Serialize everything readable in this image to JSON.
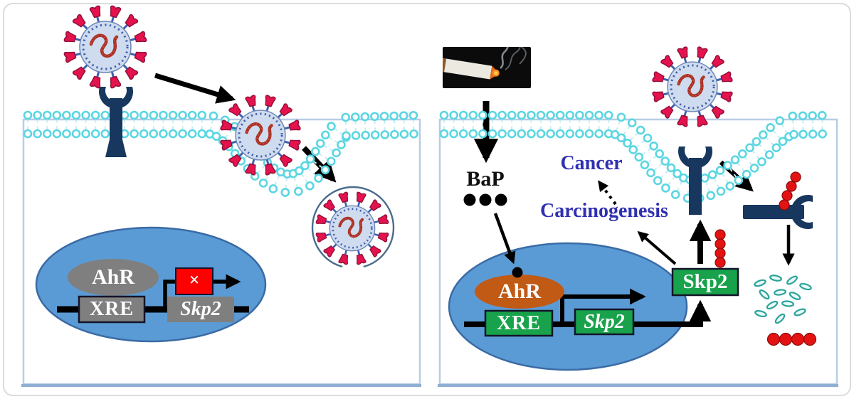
{
  "figure_title": "AhR-Skp2 pathway diagram",
  "left": {
    "ahr": "AhR",
    "xre": "XRE",
    "skp2_gene": "Skp2",
    "blocked_mark": "×"
  },
  "right": {
    "bap": "BaP",
    "cancer": "Cancer",
    "carcinogenesis": "Carcinogenesis",
    "ahr": "AhR",
    "xre": "XRE",
    "skp2_gene": "Skp2",
    "skp2_protein": "Skp2"
  },
  "icons": {
    "virus": "coronavirus-particle",
    "receptor": "cell-receptor",
    "membrane": "lipid-bilayer",
    "vesicle": "endocytic-vesicle",
    "cigarette": "burning-cigarette-photo",
    "ubiquitin_chain": "red-dot-chain",
    "fragments": "degraded-protein-fragments"
  },
  "palette": {
    "navy": "#17375e",
    "nucleus": "#5b9bd5",
    "nucleus_border": "#3a6ba5",
    "gray": "#7f7f7f",
    "orange": "#c05a15",
    "green": "#18a24b",
    "red_box": "#fe0000",
    "dot_red": "#e41313",
    "blue_text": "#3030b2",
    "membrane": "#5bd6e1",
    "membrane_tail": "#c6edf1",
    "spike": "#e5134d",
    "spike_dark": "#90103a",
    "virus_body": "#cfdbee",
    "virus_ring": "#3f5fae",
    "rna": "#a93226",
    "fragment": "#2ba39b",
    "panel_border": "#b8cce4",
    "panel_border_bottom": "#8fafd4"
  }
}
